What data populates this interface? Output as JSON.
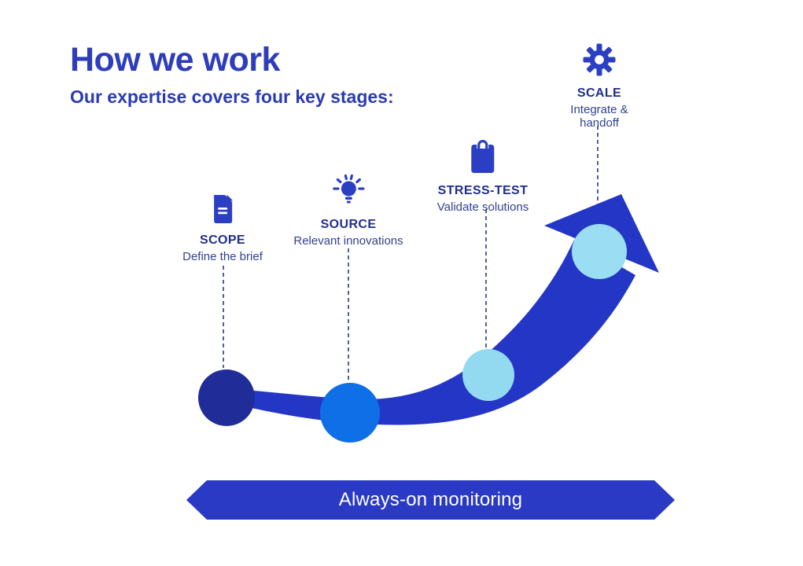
{
  "header": {
    "title": "How we work",
    "subtitle": "Our expertise covers four key stages:"
  },
  "stages": [
    {
      "label": "SCOPE",
      "description": "Define the brief",
      "icon": "document-icon"
    },
    {
      "label": "SOURCE",
      "description": "Relevant innovations",
      "icon": "lightbulb-icon"
    },
    {
      "label": "STRESS-TEST",
      "description": "Validate solutions",
      "icon": "clipboard-icon"
    },
    {
      "label": "SCALE",
      "description": "Integrate & handoff",
      "icon": "gear-icon"
    }
  ],
  "banner": {
    "label": "Always-on monitoring"
  },
  "colors": {
    "title_text": "#2E3EBB",
    "subtitle_text": "#2B3CB2",
    "stage_label": "#202E8C",
    "stage_desc": "#31418F",
    "icon": "#2B3FC4",
    "arrow": "#2436C5",
    "banner": "#2B3AC4",
    "dash_line": "#2B3A78",
    "circle_scope": "#202D99",
    "circle_source": "#0E6FE6",
    "circle_stress": "#93DAF1",
    "circle_scale": "#9BDEF3"
  }
}
